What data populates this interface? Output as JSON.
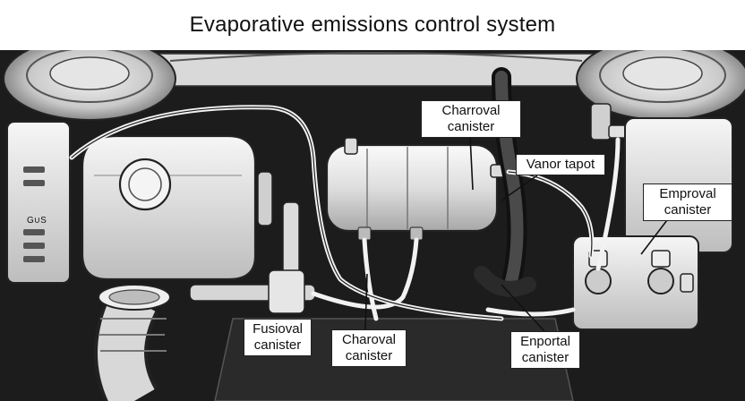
{
  "title": "Evaporative emissions control system",
  "labels": {
    "top_center": {
      "line1": "Charroval",
      "line2": "canister"
    },
    "mid_center": {
      "line1": "Vanor tapot"
    },
    "right_upper": {
      "line1": "Emproval",
      "line2": "canister"
    },
    "bottom_left": {
      "line1": "Fusioval",
      "line2": "canister"
    },
    "bottom_center": {
      "line1": "Charoval",
      "line2": "canister"
    },
    "bottom_right": {
      "line1": "Enportal",
      "line2": "canister"
    }
  },
  "reservoir_marking": "G∪S",
  "colors": {
    "background": "#ffffff",
    "engine_bay": "#1a1a1a",
    "component": "#e8e8e8",
    "line": "#111111"
  }
}
